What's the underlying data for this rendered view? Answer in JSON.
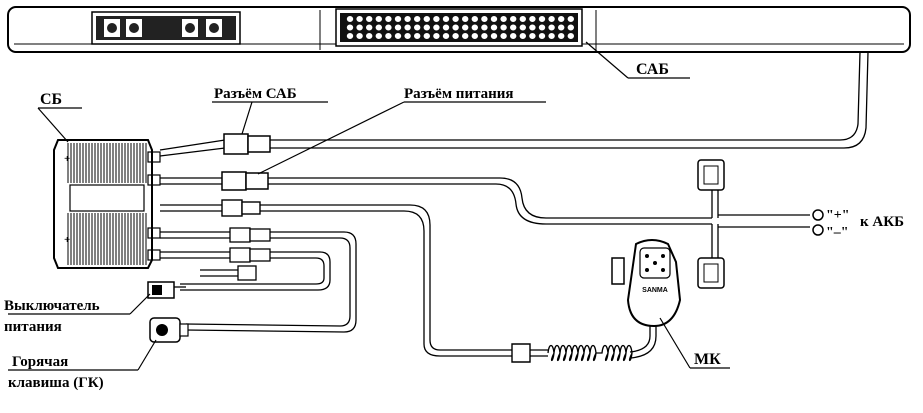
{
  "labels": {
    "sab": "САБ",
    "sb": "СБ",
    "sab_connector": "Разъём САБ",
    "power_connector": "Разъём питания",
    "plus": "\"+\"",
    "minus": "\"–\"",
    "to_battery": "к АКБ",
    "power_switch_line1": "Выключатель",
    "power_switch_line2": "питания",
    "hotkey_line1": "Горячая",
    "hotkey_line2": "клавиша (ГК)",
    "mic": "МК"
  },
  "mic_brand": "SANMA"
}
